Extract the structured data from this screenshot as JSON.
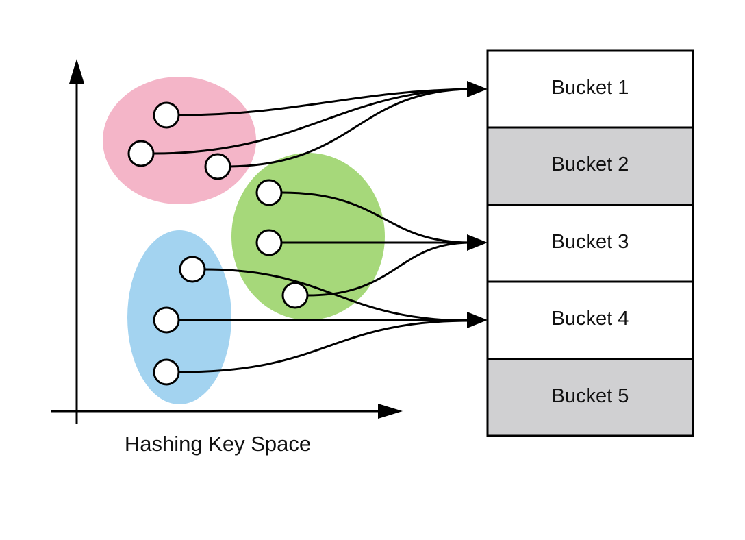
{
  "diagram": {
    "axis_label": "Hashing Key Space",
    "colors": {
      "pink_cluster": "#f4b5c8",
      "green_cluster": "#a6d87a",
      "blue_cluster": "#a3d3f0",
      "bucket_white": "#ffffff",
      "bucket_gray": "#d0d0d2",
      "stroke": "#000000"
    },
    "buckets": [
      {
        "label": "Bucket 1",
        "shade": "white"
      },
      {
        "label": "Bucket 2",
        "shade": "gray"
      },
      {
        "label": "Bucket 3",
        "shade": "white"
      },
      {
        "label": "Bucket 4",
        "shade": "white"
      },
      {
        "label": "Bucket 5",
        "shade": "gray"
      }
    ],
    "clusters": [
      {
        "id": "pink",
        "keys": 3,
        "target_bucket": 1
      },
      {
        "id": "green",
        "keys": 3,
        "target_bucket": 3
      },
      {
        "id": "blue",
        "keys": 3,
        "target_bucket": 4
      }
    ]
  }
}
